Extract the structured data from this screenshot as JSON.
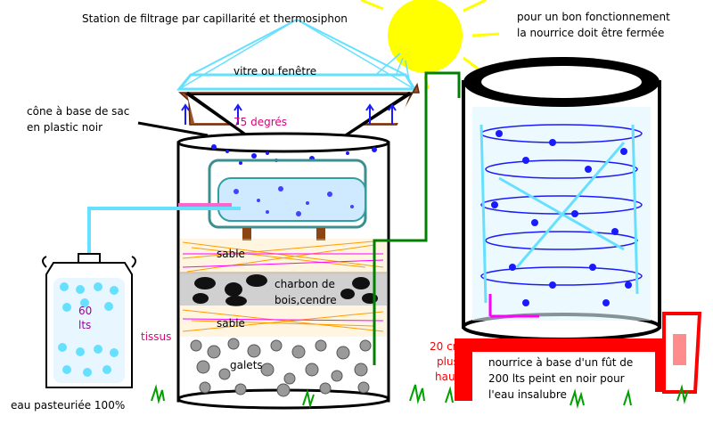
{
  "title": "Station de filtrage par capillarité et thermosiphon",
  "note": {
    "line1": "pour un bon fonctionnement",
    "line2": "la nourrice doit être fermée"
  },
  "glass_label": "vitre ou fenêtre",
  "cone_label": {
    "line1": "cône à base de sac",
    "line2": "en plastic noir"
  },
  "angle_label": "75 degrés",
  "layers": {
    "sable_top": "sable",
    "charbon_line1": "charbon de",
    "charbon_line2": "bois,cendre",
    "sable_bottom": "sable",
    "galets": "galets"
  },
  "tissus_label": "tissus",
  "bottle": {
    "volume": "60",
    "unit": "lts"
  },
  "bottle_caption": "eau pasteuriée 100%",
  "height_note": {
    "line1": "20 cm",
    "line2": "plus",
    "line3": "haut"
  },
  "nourrice_caption": {
    "line1": "nourrice à base d'un fût de",
    "line2": "200 lts peint en noir pour",
    "line3": "l'eau insalubre"
  },
  "colors": {
    "sun": "#ffff00",
    "pipe_cyan": "#66e0ff",
    "pipe_green": "#008000",
    "stand_red": "#ff0000",
    "barrel_blue": "#1a1aff",
    "cone_wood": "#8b4513"
  }
}
